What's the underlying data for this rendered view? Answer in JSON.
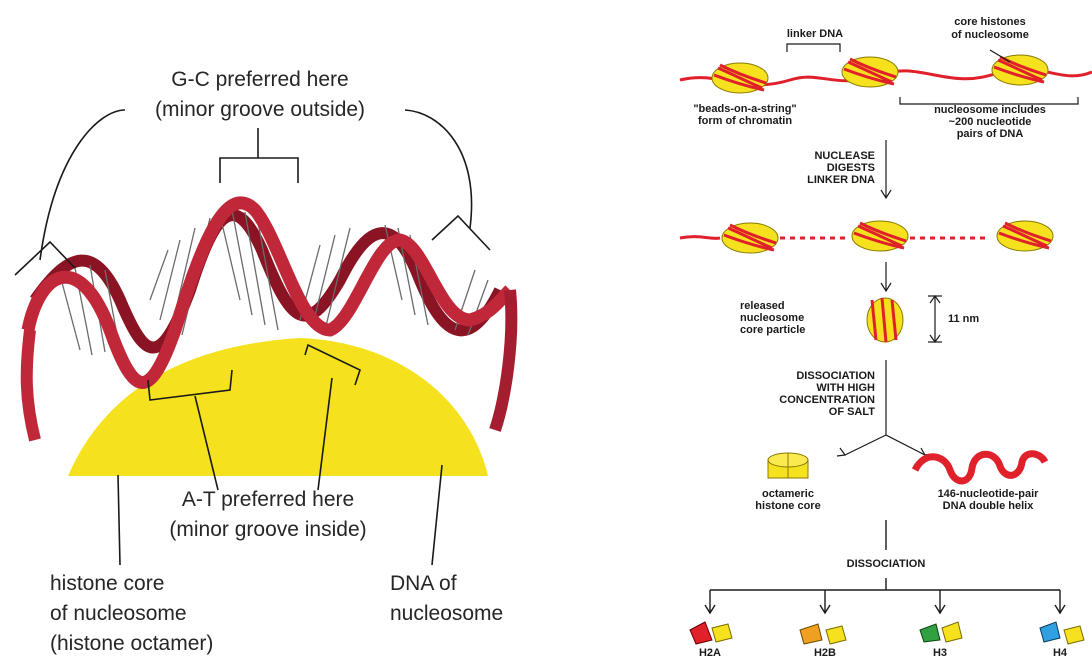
{
  "left": {
    "gc_label": "G-C preferred here",
    "gc_sub": "(minor groove outside)",
    "at_label": "A-T preferred here",
    "at_sub": "(minor groove inside)",
    "histone_label": [
      "histone core",
      "of nucleosome",
      "(histone octamer)"
    ],
    "dna_label": [
      "DNA of",
      "nucleosome"
    ]
  },
  "right": {
    "linker_dna": "linker DNA",
    "core_histones": [
      "core histones",
      "of nucleosome"
    ],
    "beads_label": [
      "\"beads-on-a-string\"",
      "form of chromatin"
    ],
    "nucleosome_includes": [
      "nucleosome includes",
      "~200 nucleotide",
      "pairs of DNA"
    ],
    "nuclease_step": [
      "NUCLEASE",
      "DIGESTS",
      "LINKER DNA"
    ],
    "released_label": [
      "released",
      "nucleosome",
      "core particle"
    ],
    "size_label": "11 nm",
    "dissociation_salt": [
      "DISSOCIATION",
      "WITH HIGH",
      "CONCENTRATION",
      "OF SALT"
    ],
    "octamer_label": [
      "octameric",
      "histone core"
    ],
    "dna_helix_label": [
      "146-nucleotide-pair",
      "DNA double helix"
    ],
    "dissociation": "DISSOCIATION",
    "histones": [
      "H2A",
      "H2B",
      "H3",
      "H4"
    ]
  },
  "colors": {
    "dna": "#c0283a",
    "histone_yellow": "#f5e11e",
    "nucleosome_red": "#e0202a"
  }
}
